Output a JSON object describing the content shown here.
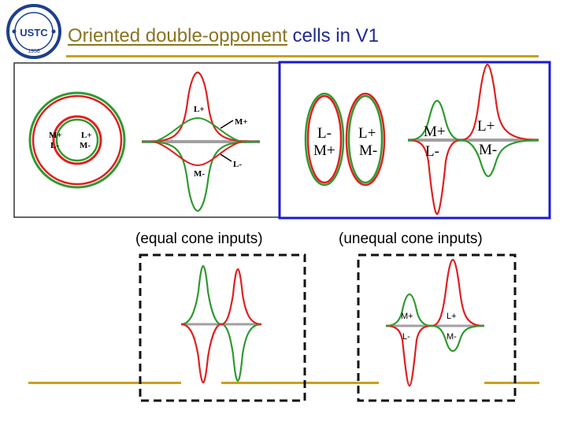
{
  "title": {
    "underlined": "Oriented double-opponent",
    "rest": " cells in V1"
  },
  "logo": {
    "text": "USTC",
    "year": "1958"
  },
  "left_panel": {
    "ring_labels": {
      "outer_left_1": "M+",
      "outer_left_2": "L-",
      "center_1": "L+",
      "center_2": "M-"
    },
    "curve_labels": {
      "top_peak": "L+",
      "upper_right": "M+",
      "lower_right": "L-",
      "bottom_peak": "M-"
    }
  },
  "right_panel": {
    "ellipse_left": {
      "line1": "L-",
      "line2": "M+"
    },
    "ellipse_right": {
      "line1": "L+",
      "line2": "M-"
    },
    "curve_labels": {
      "upper_left": "M+",
      "lower_left": "L-",
      "upper_right": "L+",
      "lower_right": "M-"
    }
  },
  "captions": {
    "equal": "(equal cone inputs)",
    "unequal": "(unequal cone inputs)"
  },
  "bottom_right_labels": {
    "upper_left": "M+",
    "lower_left": "L-",
    "upper_right": "L+",
    "lower_right": "M-"
  },
  "colors": {
    "title_blue": "#1d2a8f",
    "accent_gold": "#c8a020",
    "red_cone": "#e02020",
    "green_cone": "#2f9a2f",
    "highlight_box": "#1a1ad0"
  }
}
